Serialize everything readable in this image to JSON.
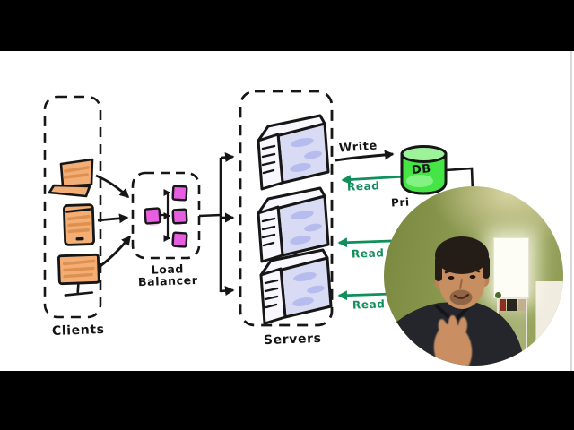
{
  "video": {
    "letterbox_color": "#000000",
    "canvas_color": "#ffffff"
  },
  "diagram": {
    "ink_color": "#161616",
    "clients": {
      "label": "Clients",
      "devices": [
        "laptop",
        "smartphone",
        "monitor"
      ],
      "device_fill": "#f2ae74",
      "device_stripe": "#de9050"
    },
    "load_balancer": {
      "label": "Load Balancer",
      "node_fill": "#e75fe0",
      "node_glow": "#f5bdf0"
    },
    "servers": {
      "label": "Servers",
      "count": 3,
      "side_fill": "#d9dbf5",
      "stripe_fill": "#b7bcee",
      "front_fill": "#f7f7fd"
    },
    "database": {
      "label": "DB",
      "caption_partial": "Pri",
      "body_fill": "#46e546",
      "top_fill": "#9ef29a"
    },
    "edges": {
      "write_label": "Write",
      "read_label": "Read",
      "read_color": "#0f8f5a"
    }
  },
  "webcam": {
    "wall_color": "#8e9b52",
    "lamp_color": "#fdfdf5",
    "door_color": "#f1ece1",
    "hair_color": "#241c17",
    "skin_color": "#c78e62",
    "jacket_color": "#24262b",
    "book_colors": [
      "#8c2e22",
      "#2a241f",
      "#c0b08c"
    ]
  }
}
